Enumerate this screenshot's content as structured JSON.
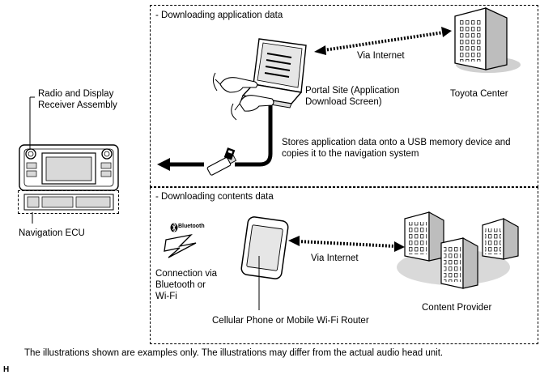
{
  "sections": {
    "app_title": "- Downloading application data",
    "contents_title": "- Downloading contents data"
  },
  "labels": {
    "radio_line1": "Radio and Display",
    "radio_line2": "Receiver Assembly",
    "navigation_ecu": "Navigation ECU",
    "via_internet_top": "Via Internet",
    "toyota_center": "Toyota Center",
    "portal_line1": "Portal Site (Application",
    "portal_line2": "Download Screen)",
    "stores_line1": "Stores application data onto a USB memory device and",
    "stores_line2": "copies it to the navigation system",
    "bluetooth_logo": "Bluetooth",
    "connection_line1": "Connection via",
    "connection_line2": "Bluetooth or",
    "connection_line3": "Wi-Fi",
    "via_internet_bottom": "Via Internet",
    "content_provider": "Content Provider",
    "cellular": "Cellular Phone or Mobile Wi-Fi Router"
  },
  "footer": {
    "note": "The illustrations shown are examples only. The illustrations may differ from the actual audio head unit.",
    "code": "H"
  },
  "icons": [
    "head-unit-icon",
    "laptop-icon",
    "usb-memory-icon",
    "building-icon",
    "smartphone-icon",
    "bluetooth-icon",
    "wireless-signal-icon",
    "arrow-icon"
  ]
}
